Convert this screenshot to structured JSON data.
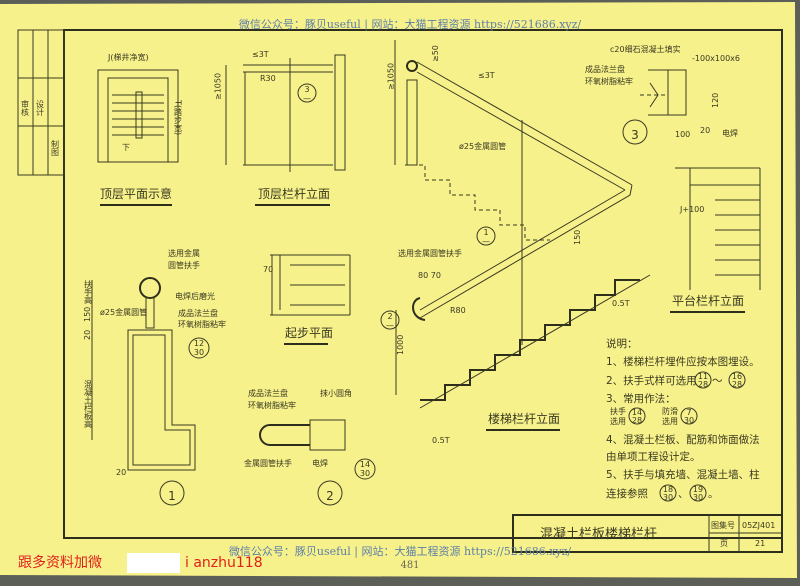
{
  "colors": {
    "paper": "#f7f18c",
    "line": "#3a3a22",
    "watermark": "#5d7fa6",
    "promo_red": "#e0201a"
  },
  "watermark_top": "微信公众号：豚贝useful | 网站：大猫工程资源 https://521686.xyz/",
  "watermark_bottom": "微信公众号：豚贝useful | 网站：大猫工程资源 https://521686.xyz/",
  "side_strip": [
    "审核",
    "设计",
    "制图"
  ],
  "top_plan": {
    "title": "顶层平面示意",
    "width_label": "J(梯井净宽)",
    "step_label": "T(踏步宽)",
    "down": "下"
  },
  "top_elev": {
    "title": "顶层栏杆立面",
    "dim_top": "≤3T",
    "radius": "R30",
    "height": "≥1050",
    "ref_num": "3",
    "ref_den": "—"
  },
  "stair_elev": {
    "title": "楼梯栏杆立面",
    "dim_top": "≤3T",
    "pipe": "ø25金属圆管",
    "min50": "≥50",
    "height": "≥1050",
    "dim150": "150",
    "handrail": "选用金属圆管扶手",
    "dim8070": "80 70",
    "radius": "R80",
    "height1000": "1000",
    "half_t_bottom": "0.5T",
    "half_t_right": "0.5T",
    "ref1_num": "1",
    "ref1_den": "—",
    "ref2_num": "2",
    "ref2_den": "—"
  },
  "detail3": {
    "label": "3",
    "fill": "c20细石混凝土填实",
    "plate": "-100x100x6",
    "flange1": "成品法兰盘",
    "flange2": "环氧树脂粘牢",
    "dim120": "120",
    "dim100": "100",
    "dim20": "20",
    "weld": "电焊"
  },
  "platform": {
    "title": "平台栏杆立面",
    "dim": "J+100"
  },
  "detail1": {
    "label": "1",
    "handrail1": "选用金属",
    "handrail2": "圆管扶手",
    "weld": "电焊后磨光",
    "pipe": "ø25金属圆管",
    "flange1": "成品法兰盘",
    "flange2": "环氧树脂粘牢",
    "h_label": "扶手高",
    "dim150": "150",
    "dim20": "20",
    "board": "混凝土栏板高",
    "dim20b": "20",
    "ref_num": "12",
    "ref_den": "30"
  },
  "start_plan": {
    "title": "起步平面",
    "dim70": "70"
  },
  "detail2": {
    "label": "2",
    "flange1": "成品法兰盘",
    "flange2": "环氧树脂粘牢",
    "round": "抹小圆角",
    "handrail": "金属圆管扶手",
    "weld": "电焊",
    "ref_num": "14",
    "ref_den": "30"
  },
  "notes": {
    "heading": "说明：",
    "n1": "1、楼梯栏杆埋件应按本图埋设。",
    "n2": "2、扶手式样可选用",
    "n2_ref1": [
      "11",
      "28"
    ],
    "n2_tilde": "～",
    "n2_ref2": [
      "16",
      "28"
    ],
    "n3": "3、常用作法：",
    "n3a": "扶手",
    "n3a2": "选用",
    "n3a_ref": [
      "14",
      "28"
    ],
    "n3b": "防滑",
    "n3b2": "选用",
    "n3b_ref": [
      "7",
      "30"
    ],
    "n4a": "4、混凝土栏板、配筋和饰面做法",
    "n4b": "由单项工程设计定。",
    "n5a": "5、扶手与填充墙、混凝土墙、柱",
    "n5b": "连接参照",
    "n5_ref1": [
      "18",
      "30"
    ],
    "n5_sep": "、",
    "n5_ref2": [
      "19",
      "30"
    ],
    "n5_end": "。"
  },
  "title_block": {
    "title": "混凝土栏板楼梯栏杆",
    "atlas_label": "图集号",
    "atlas_no": "05ZJ401",
    "page_label": "页",
    "page_no": "21"
  },
  "page_number": "481",
  "promo": {
    "left": "跟多资料加微",
    "right": "i anzhu118"
  }
}
